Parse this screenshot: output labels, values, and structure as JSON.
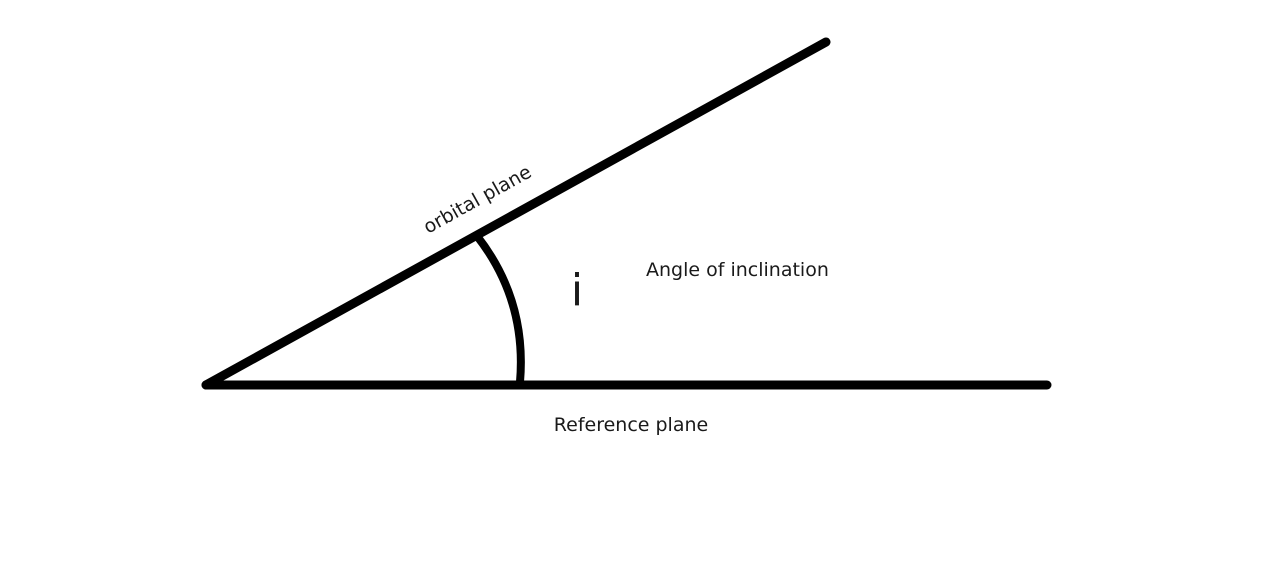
{
  "diagram": {
    "labels": {
      "orbital_plane": "orbital plane",
      "inclination_symbol": "i",
      "angle_caption": "Angle of inclination",
      "reference_plane": "Reference plane"
    },
    "colors": {
      "stroke": "#000000",
      "text": "#1a1a1a",
      "background": "#ffffff"
    }
  }
}
